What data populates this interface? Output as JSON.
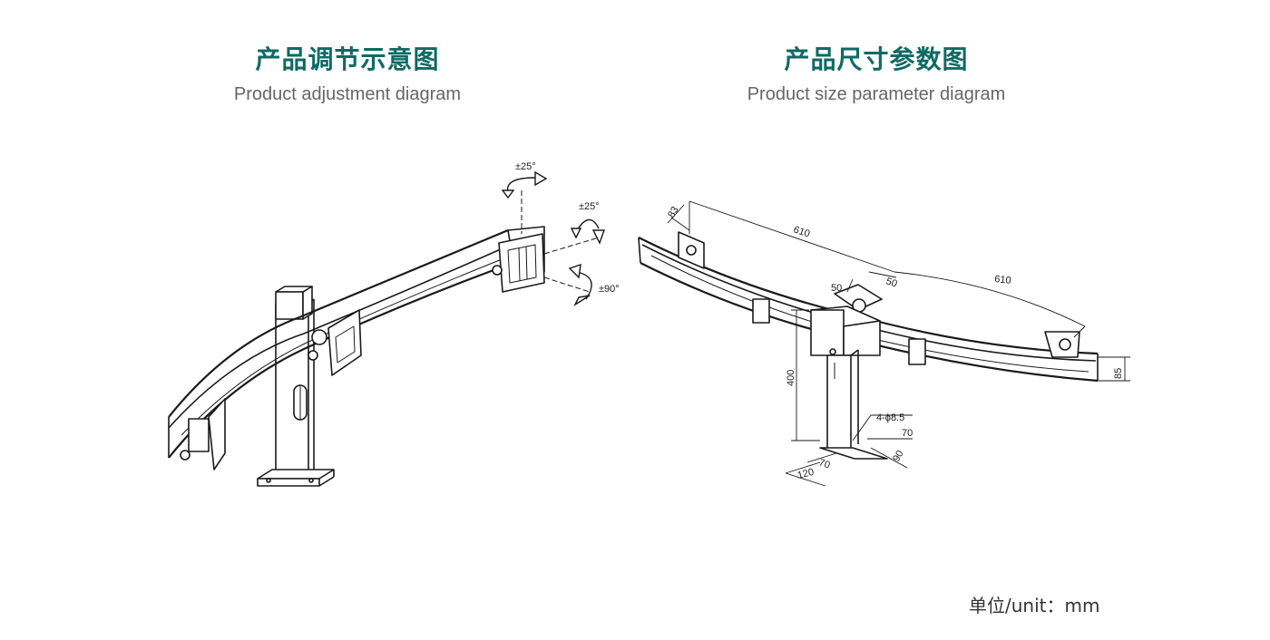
{
  "colors": {
    "heading": "#0e6a64",
    "subheading": "#666666",
    "line": "#1a1a1a"
  },
  "left": {
    "title_cn": "产品调节示意图",
    "title_en": "Product adjustment diagram",
    "angles": {
      "tilt_top": "±25°",
      "tilt_side": "±25°",
      "rotate": "±90°"
    }
  },
  "right": {
    "title_cn": "产品尺寸参数图",
    "title_en": "Product size parameter diagram",
    "dims": {
      "vesa_height": "83",
      "arm_left": "610",
      "arm_right": "610",
      "plate_a": "50",
      "plate_b": "50",
      "pole_height": "400",
      "bar_height": "85",
      "holes": "4-ϕ8.5",
      "hole_spacing_a": "70",
      "hole_spacing_b": "90",
      "base_a": "70",
      "base_b": "120"
    }
  },
  "footer": {
    "unit": "单位/unit：mm"
  }
}
